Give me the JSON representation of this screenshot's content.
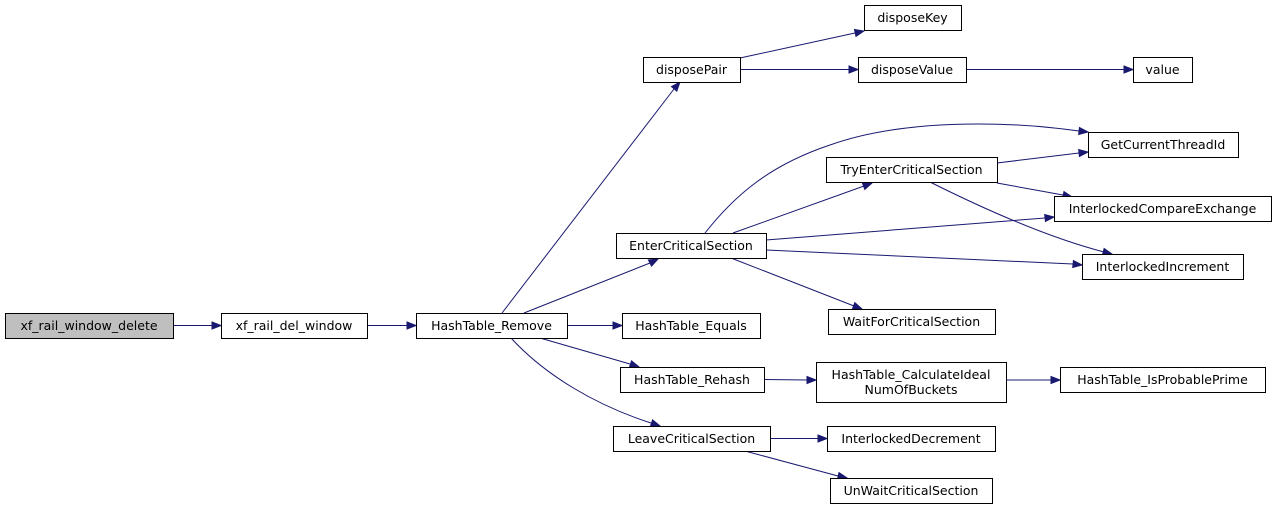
{
  "graph": {
    "nodes": [
      {
        "id": "n_root",
        "lines": [
          "xf_rail_window_delete"
        ],
        "root": true
      },
      {
        "id": "n_del",
        "lines": [
          "xf_rail_del_window"
        ]
      },
      {
        "id": "n_remove",
        "lines": [
          "HashTable_Remove"
        ]
      },
      {
        "id": "n_disposePair",
        "lines": [
          "disposePair"
        ]
      },
      {
        "id": "n_disposeKey",
        "lines": [
          "disposeKey"
        ]
      },
      {
        "id": "n_disposeValue",
        "lines": [
          "disposeValue"
        ]
      },
      {
        "id": "n_value",
        "lines": [
          "value"
        ]
      },
      {
        "id": "n_gctid",
        "lines": [
          "GetCurrentThreadId"
        ]
      },
      {
        "id": "n_tecs",
        "lines": [
          "TryEnterCriticalSection"
        ]
      },
      {
        "id": "n_ice",
        "lines": [
          "InterlockedCompareExchange"
        ]
      },
      {
        "id": "n_ecs",
        "lines": [
          "EnterCriticalSection"
        ]
      },
      {
        "id": "n_iinc",
        "lines": [
          "InterlockedIncrement"
        ]
      },
      {
        "id": "n_wfcs",
        "lines": [
          "WaitForCriticalSection"
        ]
      },
      {
        "id": "n_equals",
        "lines": [
          "HashTable_Equals"
        ]
      },
      {
        "id": "n_rehash",
        "lines": [
          "HashTable_Rehash"
        ]
      },
      {
        "id": "n_calc",
        "lines": [
          "HashTable_CalculateIdeal",
          "NumOfBuckets"
        ]
      },
      {
        "id": "n_prime",
        "lines": [
          "HashTable_IsProbablePrime"
        ]
      },
      {
        "id": "n_lcs",
        "lines": [
          "LeaveCriticalSection"
        ]
      },
      {
        "id": "n_idec",
        "lines": [
          "InterlockedDecrement"
        ]
      },
      {
        "id": "n_uwcs",
        "lines": [
          "UnWaitCriticalSection"
        ]
      }
    ],
    "edges": [
      {
        "from": "n_root",
        "to": "n_del"
      },
      {
        "from": "n_del",
        "to": "n_remove"
      },
      {
        "from": "n_remove",
        "to": "n_disposePair"
      },
      {
        "from": "n_remove",
        "to": "n_ecs"
      },
      {
        "from": "n_remove",
        "to": "n_equals"
      },
      {
        "from": "n_remove",
        "to": "n_rehash"
      },
      {
        "from": "n_remove",
        "to": "n_lcs"
      },
      {
        "from": "n_disposePair",
        "to": "n_disposeKey"
      },
      {
        "from": "n_disposePair",
        "to": "n_disposeValue"
      },
      {
        "from": "n_disposeValue",
        "to": "n_value"
      },
      {
        "from": "n_ecs",
        "to": "n_gctid"
      },
      {
        "from": "n_ecs",
        "to": "n_tecs"
      },
      {
        "from": "n_ecs",
        "to": "n_ice"
      },
      {
        "from": "n_ecs",
        "to": "n_iinc"
      },
      {
        "from": "n_ecs",
        "to": "n_wfcs"
      },
      {
        "from": "n_tecs",
        "to": "n_gctid"
      },
      {
        "from": "n_tecs",
        "to": "n_ice"
      },
      {
        "from": "n_tecs",
        "to": "n_iinc"
      },
      {
        "from": "n_rehash",
        "to": "n_calc"
      },
      {
        "from": "n_calc",
        "to": "n_prime"
      },
      {
        "from": "n_lcs",
        "to": "n_idec"
      },
      {
        "from": "n_lcs",
        "to": "n_uwcs"
      }
    ]
  }
}
